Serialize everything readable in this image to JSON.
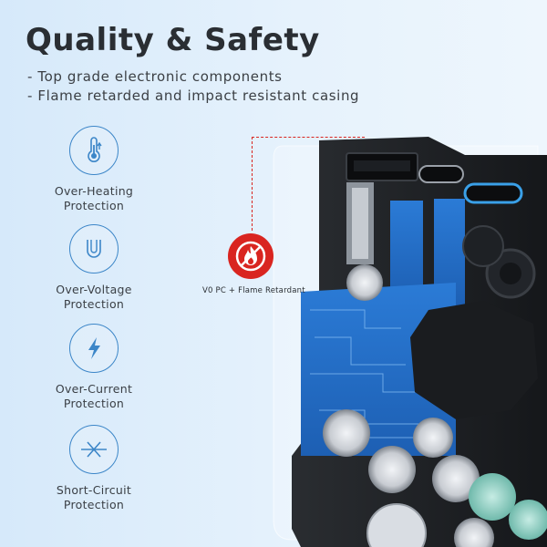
{
  "title": "Quality & Safety",
  "bullets": [
    "- Top grade electronic components",
    "- Flame retarded and impact resistant casing"
  ],
  "features": [
    {
      "icon": "thermometer-icon",
      "line1": "Over-Heating",
      "line2": "Protection"
    },
    {
      "icon": "u-shape-icon",
      "line1": "Over-Voltage",
      "line2": "Protection"
    },
    {
      "icon": "lightning-bolt-icon",
      "line1": "Over-Current",
      "line2": "Protection"
    },
    {
      "icon": "x-cross-icon",
      "line1": "Short-Circuit",
      "line2": "Protection"
    }
  ],
  "badge": {
    "icon": "flame-prohibited-icon",
    "label": "V0 PC + Flame Retardant"
  },
  "colors": {
    "accent": "#3c86c8",
    "badge_red": "#d92520",
    "title": "#2a2e33"
  }
}
